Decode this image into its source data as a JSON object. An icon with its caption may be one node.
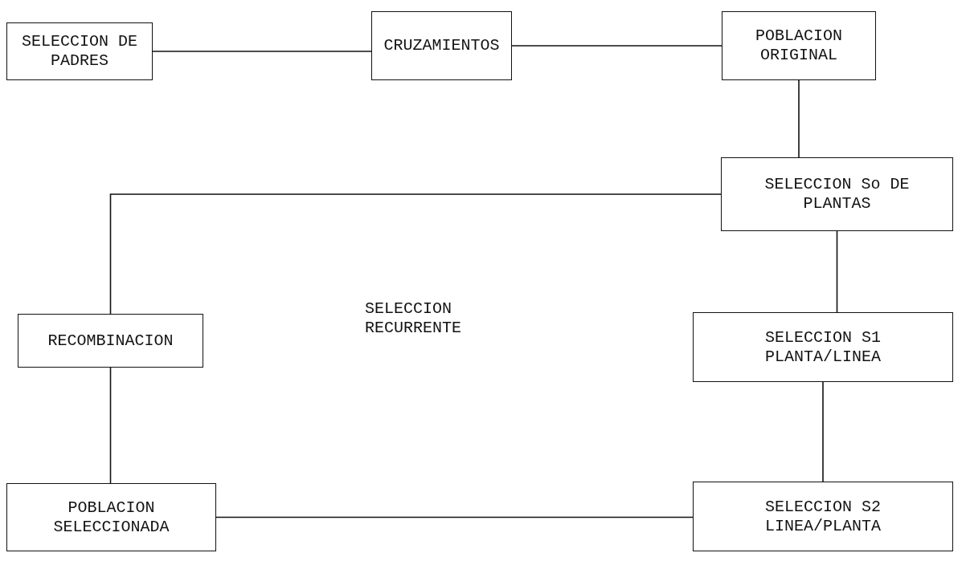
{
  "diagram": {
    "nodes": [
      {
        "text": [
          "SELECCION DE PADRES"
        ]
      },
      {
        "text": [
          "CRUZAMIENTOS"
        ]
      },
      {
        "text": [
          "POBLACION ORIGINAL"
        ]
      },
      {
        "text": [
          "SELECCION So DE PLANTAS"
        ]
      },
      {
        "text": [
          "SELECCION S1 PLANTA/LINEA"
        ]
      },
      {
        "text": [
          "SELECCION S2 LINEA/PLANTA"
        ]
      },
      {
        "text": [
          "POBLACION SELECCIONADA"
        ]
      },
      {
        "text": [
          "RECOMBINACION"
        ]
      }
    ],
    "edges": [
      {
        "from": 0,
        "to": 1,
        "arrow": "none"
      },
      {
        "from": 1,
        "to": 2,
        "arrow": "none"
      },
      {
        "from": 2,
        "to": 3,
        "arrow": "none"
      },
      {
        "from": 3,
        "to": 4,
        "arrow": "none"
      },
      {
        "from": 4,
        "to": 5,
        "arrow": "none"
      },
      {
        "from": 5,
        "to": 6,
        "arrow": "none"
      },
      {
        "from": 6,
        "to": 7,
        "arrow": "none"
      },
      {
        "from": 7,
        "to": 3,
        "arrow": "none"
      }
    ],
    "labels": [
      "SELECCION RECURRENTE"
    ]
  }
}
